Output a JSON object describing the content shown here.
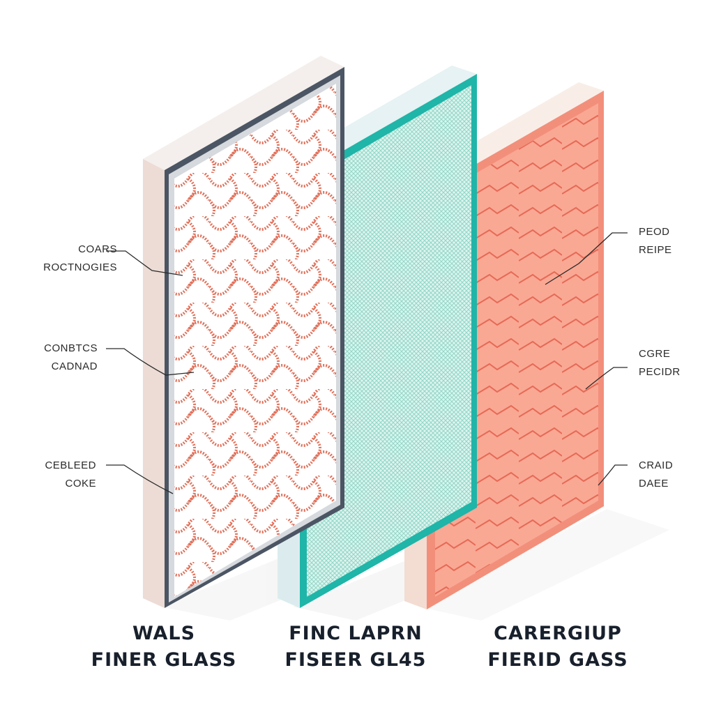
{
  "panels": [
    {
      "id": "left",
      "title_line1": "WALS",
      "title_line2": "FINER GLASS",
      "colors": {
        "frame": "#4b5563",
        "pattern": "#e0705a",
        "fill": "#ffffff",
        "edge": "#efe2dc"
      }
    },
    {
      "id": "middle",
      "title_line1": "FINC LAPRN",
      "title_line2": "FISEER GL45",
      "colors": {
        "frame": "#1fb5a8",
        "pattern": "#8fd7c8",
        "fill": "#dff4ee",
        "edge": "#e8f2f2"
      }
    },
    {
      "id": "right",
      "title_line1": "CARERGIUP",
      "title_line2": "FIERID GASS",
      "colors": {
        "frame": "#f28f7b",
        "pattern": "#e66a55",
        "fill": "#f9a894",
        "edge": "#f6e4db"
      }
    }
  ],
  "callouts_left": [
    {
      "line1": "COARS",
      "line2": "ROCTNOGIES"
    },
    {
      "line1": "CONBTCS",
      "line2": "CADNAD"
    },
    {
      "line1": "CEBLEED",
      "line2": "COKE"
    }
  ],
  "callouts_right": [
    {
      "line1": "PEOD",
      "line2": "REIPE"
    },
    {
      "line1": "CGRE",
      "line2": "PECIDR"
    },
    {
      "line1": "CRAID",
      "line2": "DAEE"
    }
  ]
}
